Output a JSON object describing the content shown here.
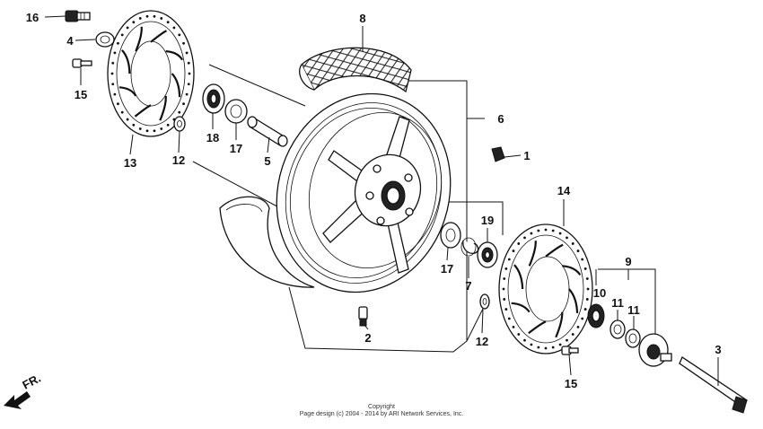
{
  "diagram": {
    "direction_label": "FR.",
    "callouts": [
      {
        "id": "16",
        "label": "16"
      },
      {
        "id": "4",
        "label": "4"
      },
      {
        "id": "15a",
        "label": "15"
      },
      {
        "id": "13",
        "label": "13"
      },
      {
        "id": "12a",
        "label": "12"
      },
      {
        "id": "18",
        "label": "18"
      },
      {
        "id": "17a",
        "label": "17"
      },
      {
        "id": "5",
        "label": "5"
      },
      {
        "id": "8",
        "label": "8"
      },
      {
        "id": "6",
        "label": "6"
      },
      {
        "id": "1",
        "label": "1"
      },
      {
        "id": "14",
        "label": "14"
      },
      {
        "id": "19",
        "label": "19"
      },
      {
        "id": "17b",
        "label": "17"
      },
      {
        "id": "7",
        "label": "7"
      },
      {
        "id": "12b",
        "label": "12"
      },
      {
        "id": "2",
        "label": "2"
      },
      {
        "id": "9",
        "label": "9"
      },
      {
        "id": "10",
        "label": "10"
      },
      {
        "id": "11a",
        "label": "11"
      },
      {
        "id": "11b",
        "label": "11"
      },
      {
        "id": "3",
        "label": "3"
      },
      {
        "id": "15b",
        "label": "15"
      }
    ],
    "footer": {
      "line1": "Copyright",
      "line2": "Page design (c) 2004 - 2014 by ARI Network Services, Inc."
    }
  }
}
